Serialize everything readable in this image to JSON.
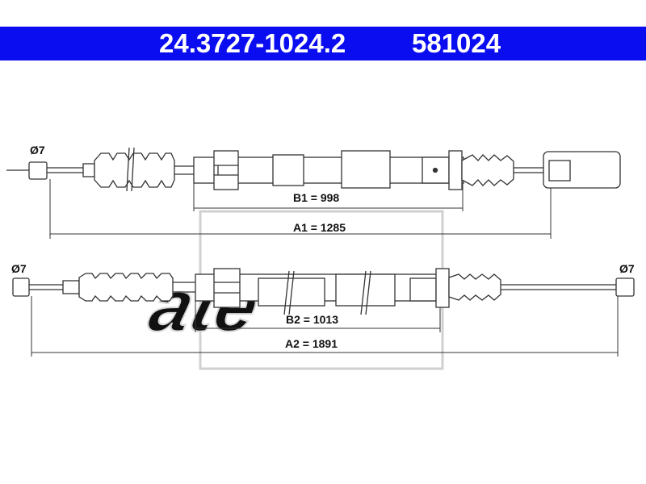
{
  "header": {
    "part_number": "24.3727-1024.2",
    "ref_number": "581024",
    "background": "#0a0df0"
  },
  "cable_1": {
    "diameter_left": "Ø7",
    "dim_b": "B1 = 998",
    "dim_a": "A1 = 1285"
  },
  "cable_2": {
    "diameter_left": "Ø7",
    "diameter_right": "Ø7",
    "dim_b": "B2 = 1013",
    "dim_a": "A2 = 1891"
  },
  "colors": {
    "line": "#333333",
    "watermark": "#cccccc",
    "header_text": "#ffffff"
  }
}
